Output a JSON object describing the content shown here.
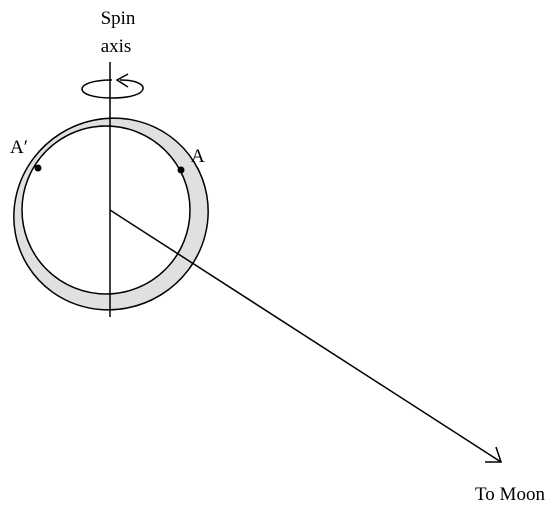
{
  "labels": {
    "spin_axis_line1": "Spin",
    "spin_axis_line2": "axis",
    "point_a_prime": "A′",
    "point_a": "A",
    "to_moon": "To Moon"
  },
  "icons": {
    "rotation": "counterclockwise-rotation-arrow-icon",
    "moon_direction": "arrow-icon"
  },
  "colors": {
    "tidal_bulge_fill": "#e0e0e0",
    "line": "#000000",
    "earth_fill": "#ffffff"
  }
}
